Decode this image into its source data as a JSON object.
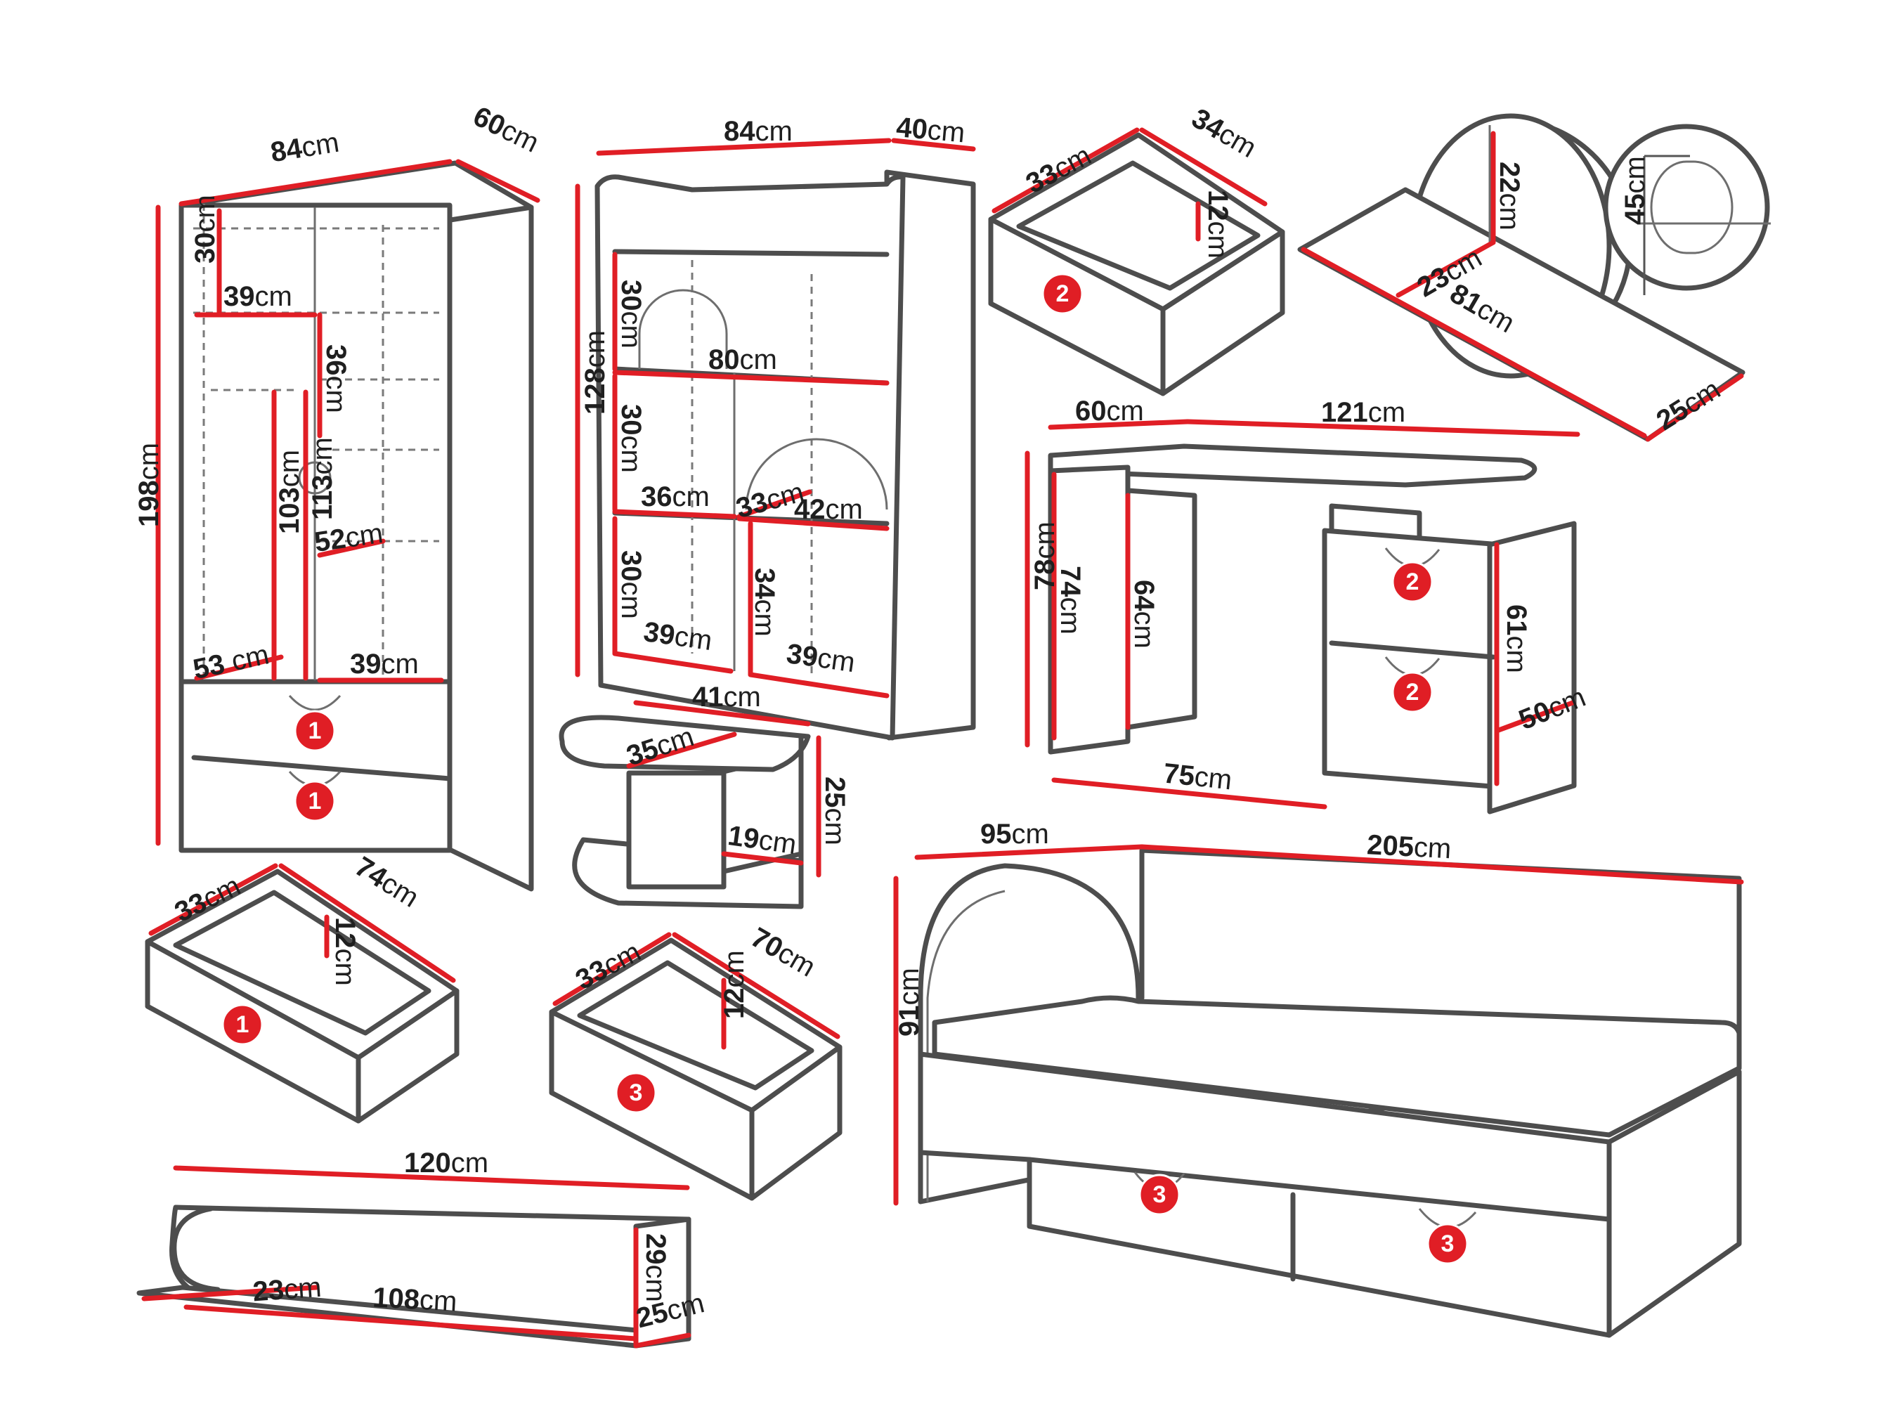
{
  "unit": "cm",
  "colors": {
    "dimension_line": "#e01e25",
    "outline": "#4d4d4d",
    "badge": "#e01e25",
    "background": "#ffffff"
  },
  "wardrobe": {
    "width": "84",
    "depth": "60",
    "height": "198",
    "inner_top": "30",
    "inner_top_width": "39",
    "shelf_gap": "36",
    "hang_height_left": "103",
    "hang_height_right": "113",
    "shelf_width": "52",
    "inner_depth": "53",
    "bottom_width": "39",
    "drawer_badges": [
      "1",
      "1"
    ]
  },
  "bookcase": {
    "width": "84",
    "depth": "40",
    "height": "128",
    "top_height": "30",
    "shelf_width": "80",
    "mid_height": "30",
    "left_cell_width": "36",
    "arch_depth": "33",
    "right_cell_width": "42",
    "bottom_height": "30",
    "right_bottom_height": "34",
    "bottom_left_width": "39",
    "bottom_right_width": "39"
  },
  "small_drawer_desk": {
    "width": "33",
    "depth": "34",
    "height": "12",
    "badge": "2"
  },
  "wall_shelf_round": {
    "height": "22",
    "depth": "23",
    "length": "81",
    "end_depth": "25",
    "detail_height": "45"
  },
  "desk": {
    "depth": "60",
    "width": "121",
    "height": "78",
    "leg_height": "74",
    "inner_height": "64",
    "knee_width": "75",
    "pedestal_height": "61",
    "pedestal_depth": "50",
    "drawer_badges": [
      "2",
      "2"
    ]
  },
  "nightstand": {
    "width": "41",
    "depth": "35",
    "height": "25",
    "inner": "19"
  },
  "wardrobe_drawer": {
    "width": "33",
    "depth": "74",
    "height": "12",
    "badge": "1"
  },
  "bed_drawer": {
    "width": "33",
    "depth": "70",
    "height": "12",
    "badge": "3"
  },
  "bed": {
    "headboard_width": "95",
    "length": "205",
    "height": "91",
    "drawer_badges": [
      "3",
      "3"
    ]
  },
  "long_shelf": {
    "length": "120",
    "inner_length": "108",
    "return": "23",
    "height": "29",
    "depth": "25"
  }
}
